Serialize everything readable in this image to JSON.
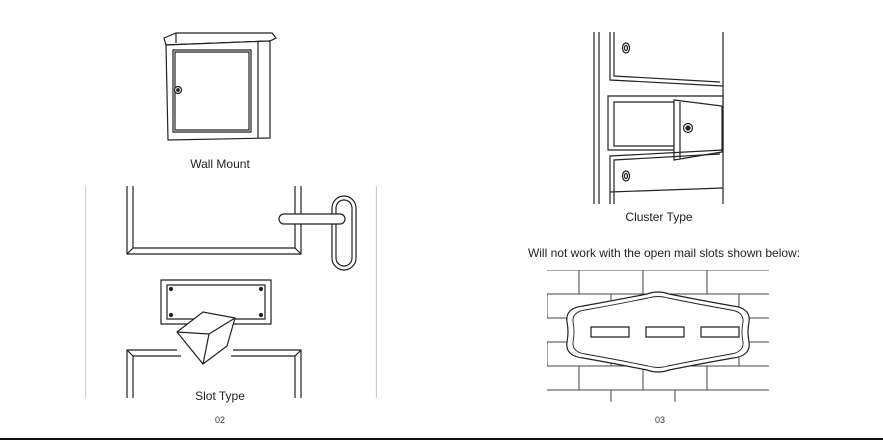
{
  "left_page": {
    "wall_mount": {
      "caption": "Wall Mount"
    },
    "slot_type": {
      "caption": "Slot Type"
    },
    "page_number": "02"
  },
  "right_page": {
    "cluster_type": {
      "caption": "Cluster Type"
    },
    "warning": {
      "text": "Will not work with the open mail slots shown below:"
    },
    "page_number": "03"
  },
  "icons": [
    "wall-mount-mailbox",
    "door-mail-slot",
    "cluster-mailbox",
    "open-mail-slot-wall"
  ]
}
